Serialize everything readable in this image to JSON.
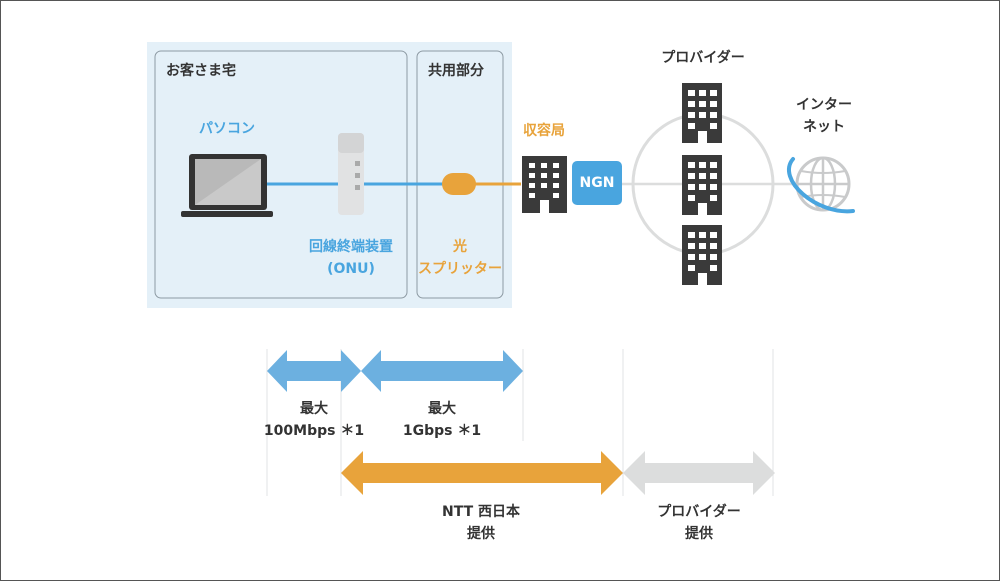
{
  "zones": {
    "home": "お客さま宅",
    "shared": "共用部分"
  },
  "nodes": {
    "pc": "パソコン",
    "onu_line1": "回線終端装置",
    "onu_line2": "(ONU)",
    "splitter_line1": "光",
    "splitter_line2": "スプリッター",
    "station": "収容局",
    "ngn": "NGN",
    "provider": "プロバイダー",
    "internet_line1": "インター",
    "internet_line2": "ネット"
  },
  "speeds": {
    "lan_line1": "最大",
    "lan_line2": "100Mbps ＊1",
    "fiber_line1": "最大",
    "fiber_line2": "1Gbps ＊1"
  },
  "providers": {
    "ntt_line1": "NTT 西日本",
    "ntt_line2": "提供",
    "isp_line1": "プロバイダー",
    "isp_line2": "提供"
  },
  "colors": {
    "blue": "#49a5df",
    "orange": "#e8a33b",
    "zone_bg": "#e4f0f8",
    "gray": "#dcdddd",
    "building": "#3a3a3a"
  }
}
